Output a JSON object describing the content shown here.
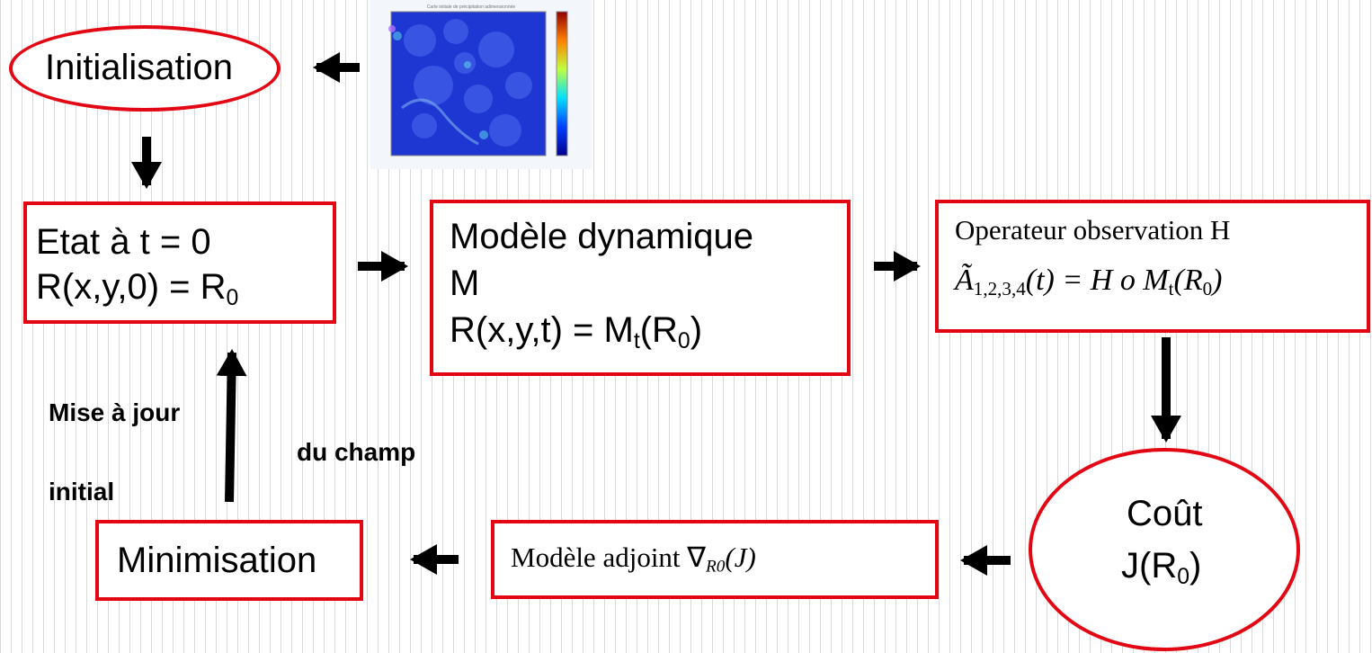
{
  "nodes": {
    "initialisation": "Initialisation",
    "state": {
      "line1": "Etat à t = 0",
      "line2_prefix": "R(x,y,0) = R",
      "line2_sub": "0"
    },
    "model": {
      "line1": "Modèle dynamique",
      "line2": "M",
      "line3_a": "R(x,y,t) = M",
      "line3_sub1": "t",
      "line3_b": "(R",
      "line3_sub2": "0",
      "line3_c": ")"
    },
    "operator": {
      "line1": "Operateur observation H",
      "line2_a": "Ã",
      "line2_sub1": "1,2,3,4",
      "line2_b": "(t) = H o M",
      "line2_sub2": "t",
      "line2_c": "(R",
      "line2_sub3": "0",
      "line2_d": ")"
    },
    "cost": {
      "line1": "Coût",
      "line2_a": "J(R",
      "line2_sub": "0",
      "line2_b": ")"
    },
    "adjoint": {
      "label_a": "Modèle adjoint ∇",
      "label_sub": "R0",
      "label_b": "(J)"
    },
    "minimisation": "Minimisation"
  },
  "update_labels": {
    "line1": "Mise à jour",
    "line2": "du champ",
    "line3": "initial"
  },
  "heatmap": {
    "title": "Carte initiale de précipitation adimensionnée"
  },
  "colors": {
    "border": "#e30613",
    "arrow": "#000000"
  }
}
